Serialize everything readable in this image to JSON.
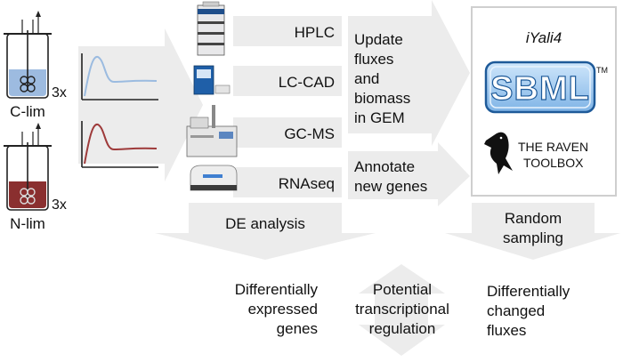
{
  "reactors": {
    "carbon_limited": {
      "label": "C-lim",
      "replicates": "3x",
      "medium_color": "#9dbbe0"
    },
    "nitrogen_limited": {
      "label": "N-lim",
      "replicates": "3x",
      "medium_color": "#8a2f2f"
    }
  },
  "curves": {
    "carbon_color": "#9bbbe0",
    "nitrogen_color": "#9e3a3a"
  },
  "instruments": [
    {
      "label": "HPLC",
      "icon": "hplc-instrument-icon"
    },
    {
      "label": "LC-CAD",
      "icon": "lc-cad-instrument-icon"
    },
    {
      "label": "GC-MS",
      "icon": "gc-ms-instrument-icon"
    },
    {
      "label": "RNAseq",
      "icon": "rnaseq-sequencer-icon"
    }
  ],
  "steps": {
    "update_lines": [
      "Update",
      "fluxes",
      "and",
      "biomass",
      "in GEM"
    ],
    "annotate_lines": [
      "Annotate",
      "new genes"
    ],
    "de_analysis": "DE analysis",
    "random_sampling_lines": [
      "Random",
      "sampling"
    ]
  },
  "model_box": {
    "model_name": "iYali4",
    "sbml_logo": "SBML",
    "trademark": "TM",
    "raven_lines": [
      "THE RAVEN",
      "TOOLBOX"
    ],
    "raven_icon": "raven-bird-icon"
  },
  "outputs": {
    "deg_lines": [
      "Differentially",
      "expressed",
      "genes"
    ],
    "regulation_lines": [
      "Potential",
      "transcriptional",
      "regulation"
    ],
    "flux_lines": [
      "Differentially",
      "changed",
      "fluxes"
    ]
  },
  "colors": {
    "arrow_fill": "#ececec",
    "text": "#111111",
    "sbml_blue": "#4a8fd0"
  }
}
